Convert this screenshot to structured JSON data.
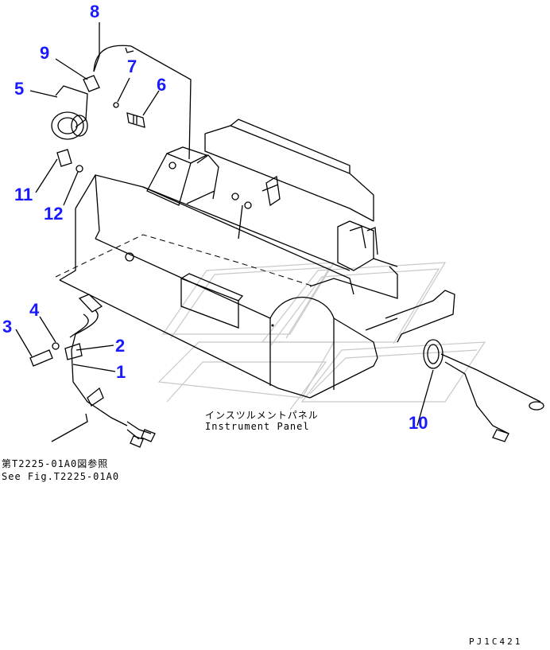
{
  "callouts": {
    "c1": "1",
    "c2": "2",
    "c3": "3",
    "c4": "4",
    "c5": "5",
    "c6": "6",
    "c7": "7",
    "c8": "8",
    "c9": "9",
    "c10": "10",
    "c11": "11",
    "c12": "12"
  },
  "labels": {
    "instrument_panel_jp": "インスツルメントパネル",
    "instrument_panel_en": "Instrument Panel",
    "see_fig_jp": "第T2225-01A0図参照",
    "see_fig_en": "See Fig.T2225-01A0",
    "drawing_code": "PJ1C421"
  },
  "colors": {
    "callout": "#1a1aff",
    "line": "#000000",
    "watermark": "#c8c8c8"
  }
}
